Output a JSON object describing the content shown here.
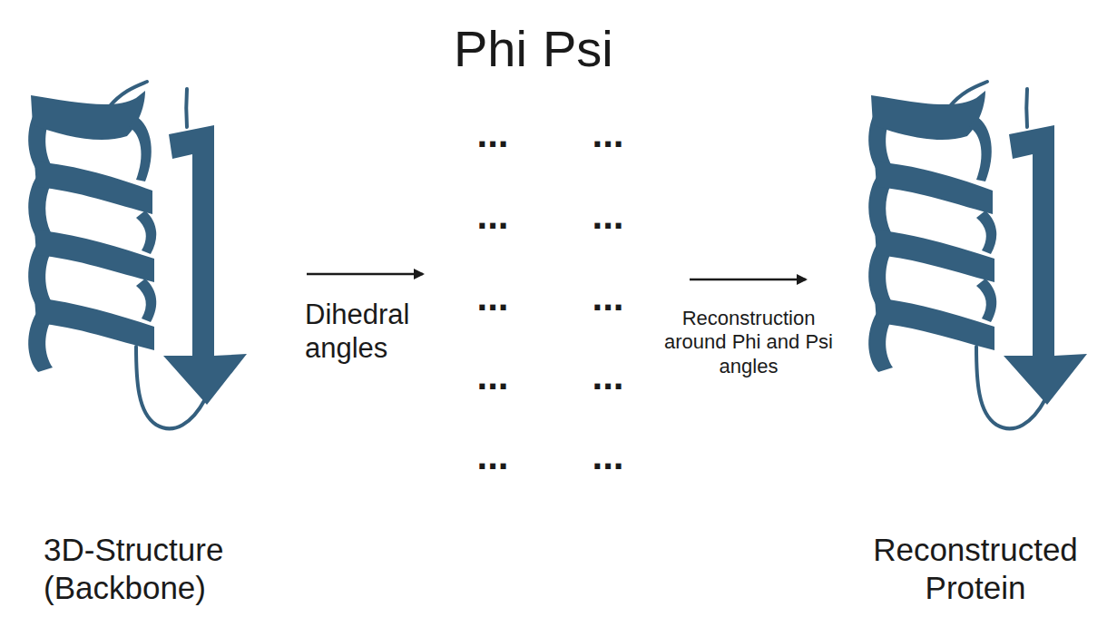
{
  "diagram": {
    "labels": [
      "Phi",
      "Psi",
      "...",
      "...",
      "...",
      "...",
      "...",
      "...",
      "...",
      "...",
      "...",
      "...",
      "Dihedral angles",
      "Reconstruction around Phi and Psi angles",
      "3D-Structure (Backbone)",
      "Reconstructed Protein"
    ]
  }
}
